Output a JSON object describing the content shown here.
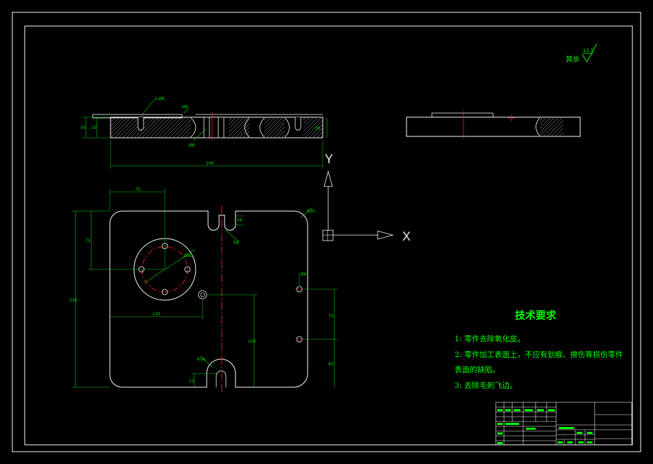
{
  "drawing": {
    "surface_finish": {
      "label": "其余",
      "value": "12.5"
    },
    "axis": {
      "x_label": "X",
      "y_label": "Y"
    },
    "technical_requirements": {
      "title": "技术要求",
      "items": [
        "1: 零件去除氧化皮。",
        "2: 零件加工表面上，不应有划痕、擦伤等损伤零件",
        "表面的缺陷。",
        "3: 去除毛刺飞边。"
      ]
    },
    "dimensions": {
      "top_callout": "2-Ø8",
      "top_flag": "M6",
      "section_height_left": "30",
      "section_height_inner": "20",
      "section_height_right": "30",
      "section_length": "240",
      "hole_note": "Ø8",
      "plan_width_top": "70",
      "plan_offset_left": "75",
      "plan_height": "230",
      "plan_radius": "R20",
      "slot_width": "16",
      "slot_radius": "R8",
      "circle_diameter": "Ø80",
      "hole_x": "120",
      "hole_spacing": "75",
      "hole_offset": "60",
      "right_hole": "Ø6",
      "center_height": "100",
      "bottom_slot_label": "R16",
      "bottom_slot_height": "15"
    },
    "colors": {
      "background": "#000000",
      "outline": "#ffffff",
      "dimension": "#00e000",
      "center_line": "#ff2020",
      "hatch": "#7a7a7a",
      "text": "#00ff00"
    }
  }
}
